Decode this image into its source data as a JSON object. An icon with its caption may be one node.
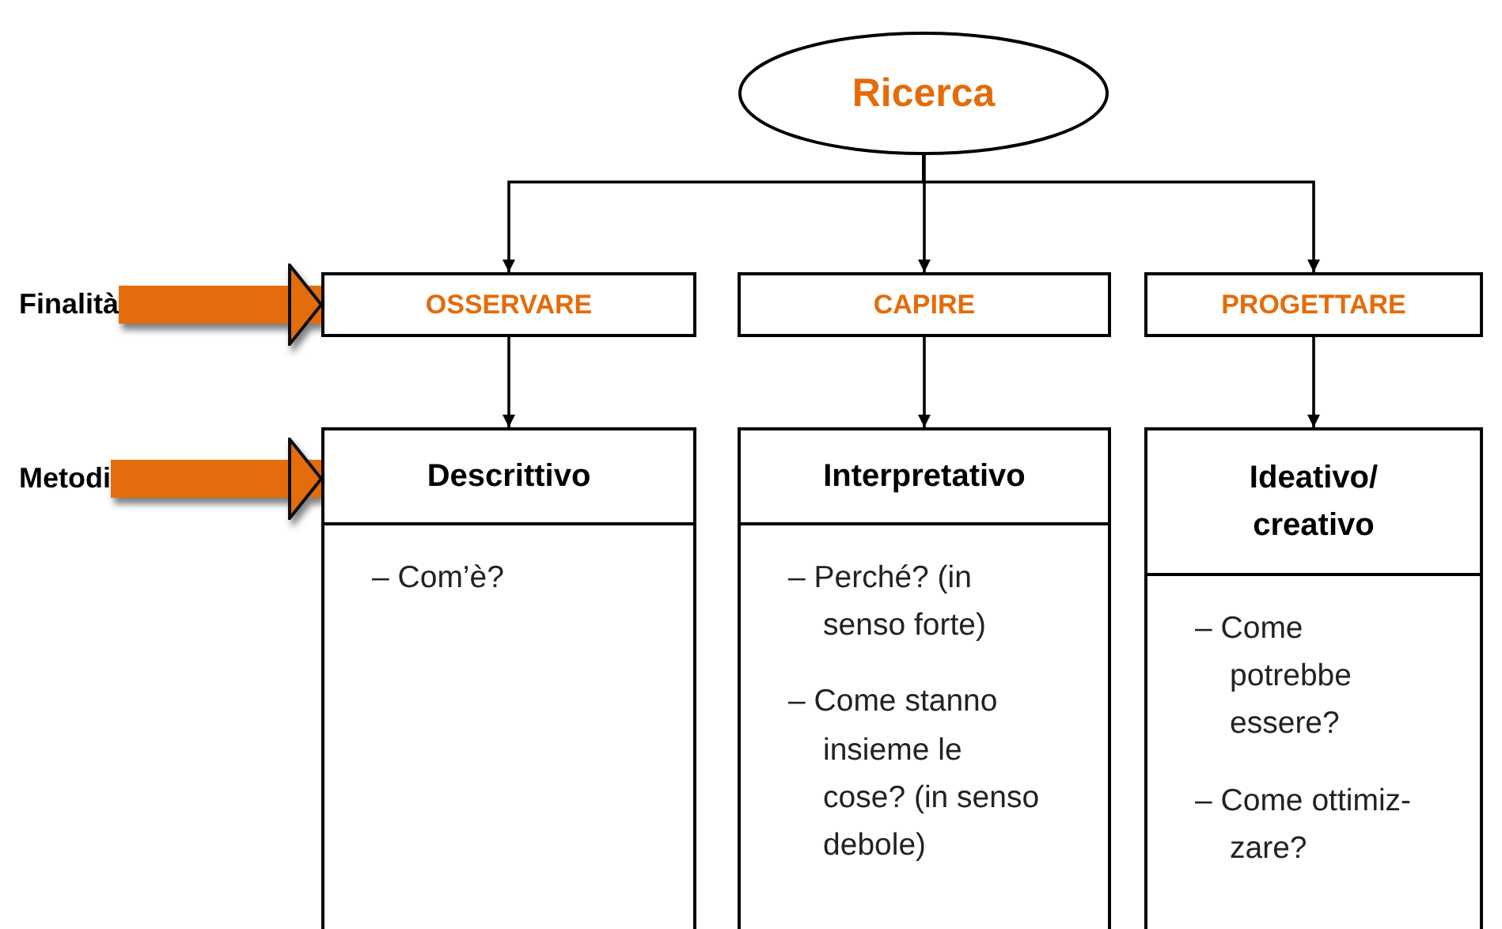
{
  "diagram": {
    "nodes": [
      {
        "text": [
          "Ricerca"
        ]
      },
      {
        "text": [
          "OSSERVARE"
        ]
      },
      {
        "text": [
          "CAPIRE"
        ]
      },
      {
        "text": [
          "PROGETTARE"
        ]
      },
      {
        "text": [
          "Descrittivo",
          "– Com’è?"
        ]
      },
      {
        "text": [
          "Interpretativo",
          "– Perché? (in senso forte)",
          "– Come stanno insieme le cose? (in senso debole)"
        ]
      },
      {
        "text": [
          "Ideativo/ creativo",
          "– Come potrebbe essere?",
          "– Come ottimiz- zare?"
        ]
      },
      {
        "text": [
          "Finalità"
        ]
      },
      {
        "text": [
          "Metodi"
        ]
      }
    ],
    "edges": [
      {
        "from": 0,
        "to": 1,
        "arrow": "to"
      },
      {
        "from": 0,
        "to": 2,
        "arrow": "to"
      },
      {
        "from": 0,
        "to": 3,
        "arrow": "to"
      },
      {
        "from": 1,
        "to": 4,
        "arrow": "to"
      },
      {
        "from": 2,
        "to": 5,
        "arrow": "to"
      },
      {
        "from": 3,
        "to": 6,
        "arrow": "to"
      },
      {
        "from": 7,
        "to": 1,
        "arrow": "to",
        "style": "thick",
        "color": "#e36c0a"
      },
      {
        "from": 8,
        "to": 4,
        "arrow": "to",
        "style": "thick",
        "color": "#e36c0a"
      }
    ]
  }
}
